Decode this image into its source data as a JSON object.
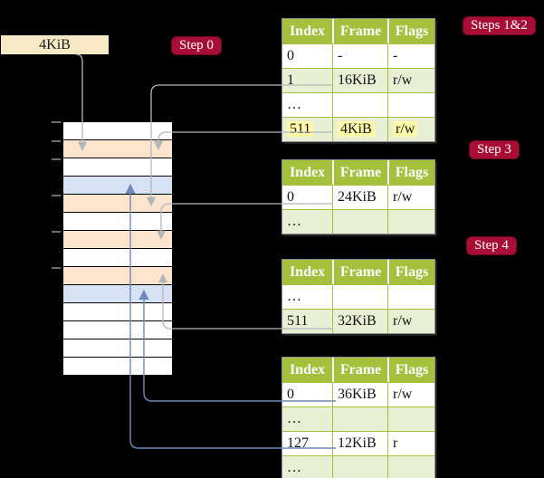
{
  "colors": {
    "background": "#000000",
    "badge_red": "#a80d35",
    "table_header_green": "#a3c13c",
    "table_row_alt_green": "#e9efd5",
    "table_row_white": "#ffffff",
    "memory_white": "#ffffff",
    "memory_orange": "#fde5cd",
    "memory_blue": "#d7e3f4",
    "highlight_yellow": "#fff9a8",
    "free_frame_box_fill": "#f8e9c6",
    "arrow_gray": "#b4b7ba",
    "arrow_blue": "#7089bd"
  },
  "free_frame_box": {
    "label": "4KiB"
  },
  "badges": [
    {
      "id": "step-0",
      "label": "Step 0"
    },
    {
      "id": "steps-1-2",
      "label": "Steps 1&2"
    },
    {
      "id": "step-3",
      "label": "Step 3"
    },
    {
      "id": "step-4",
      "label": "Step 4"
    }
  ],
  "memory_strip": {
    "rows": [
      "white",
      "orange",
      "white",
      "blue",
      "orange",
      "white",
      "orange",
      "white",
      "orange",
      "blue",
      "white",
      "white",
      "white",
      "white"
    ],
    "tick_ys": [
      134,
      155,
      175,
      215,
      255,
      295
    ]
  },
  "page_tables": [
    {
      "name": "page-table-steps-1-2",
      "headers": [
        "Index",
        "Frame",
        "Flags"
      ],
      "rows": [
        [
          "0",
          "-",
          "-"
        ],
        [
          "1",
          "16KiB",
          "r/w"
        ],
        [
          "…",
          "",
          ""
        ],
        [
          "511",
          "4KiB",
          "r/w"
        ]
      ],
      "highlight_rows": [
        3
      ]
    },
    {
      "name": "page-table-step-3",
      "headers": [
        "Index",
        "Frame",
        "Flags"
      ],
      "rows": [
        [
          "0",
          "24KiB",
          "r/w"
        ],
        [
          "…",
          "",
          ""
        ]
      ],
      "highlight_rows": []
    },
    {
      "name": "page-table-step-4",
      "headers": [
        "Index",
        "Frame",
        "Flags"
      ],
      "rows": [
        [
          "…",
          "",
          ""
        ],
        [
          "511",
          "32KiB",
          "r/w"
        ]
      ],
      "highlight_rows": []
    },
    {
      "name": "page-table-final",
      "headers": [
        "Index",
        "Frame",
        "Flags"
      ],
      "rows": [
        [
          "0",
          "36KiB",
          "r/w"
        ],
        [
          "…",
          "",
          ""
        ],
        [
          "127",
          "12KiB",
          "r"
        ],
        [
          "…",
          "",
          ""
        ]
      ],
      "highlight_rows": []
    }
  ]
}
